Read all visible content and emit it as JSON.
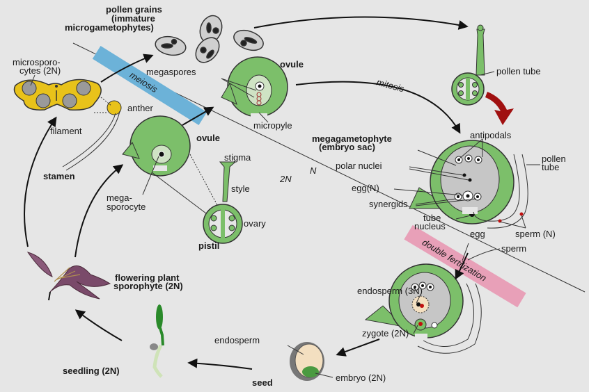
{
  "title": "Flowering plant life cycle",
  "labels": {
    "pollen_grains_1": "pollen grains",
    "pollen_grains_2": "(immature",
    "pollen_grains_3": "microgametophytes)",
    "microsporocytes_1": "microsporo-",
    "microsporocytes_2": "cytes (2N)",
    "anther": "anther",
    "filament": "filament",
    "stamen": "stamen",
    "meiosis": "meiosis",
    "megaspores": "megaspores",
    "ovule_top": "ovule",
    "micropyle": "micropyle",
    "ovule_mid": "ovule",
    "megasporocyte_1": "mega-",
    "megasporocyte_2": "sporocyte",
    "stigma": "stigma",
    "style": "style",
    "ovary": "ovary",
    "pistil": "pistil",
    "ploidy_n": "N",
    "ploidy_2n": "2N",
    "mitosis": "mitosis",
    "pollen_tube_top": "pollen tube",
    "megagametophyte_1": "megagametophyte",
    "megagametophyte_2": "(embryo sac)",
    "antipodals": "antipodals",
    "polar_nuclei": "polar nuclei",
    "pollen_tube_right_1": "pollen",
    "pollen_tube_right_2": "tube",
    "egg_n": "egg(N)",
    "synergids": "synergids",
    "tube_nucleus_1": "tube",
    "tube_nucleus_2": "nucleus",
    "egg": "egg",
    "sperm_n": "sperm (N)",
    "sperm": "sperm",
    "double_fertilization": "double fertilization",
    "endosperm_3n": "endosperm (3N)",
    "zygote": "zygote (2N)",
    "endosperm": "endosperm",
    "seed": "seed",
    "embryo": "embryo (2N)",
    "seedling": "seedling (2N)",
    "flowering_plant_1": "flowering plant",
    "flowering_plant_2": "sporophyte (2N)"
  },
  "colors": {
    "background": "#e6e6e6",
    "tissue_green": "#7cbf6a",
    "anther_yellow": "#e8c21a",
    "meiosis_band": "#6cb2d8",
    "fertilization_band": "#e8a0b8",
    "sac_gray": "#c6c6c6",
    "red_arrow": "#a01010",
    "flower_purple": "#7a4a6a"
  }
}
